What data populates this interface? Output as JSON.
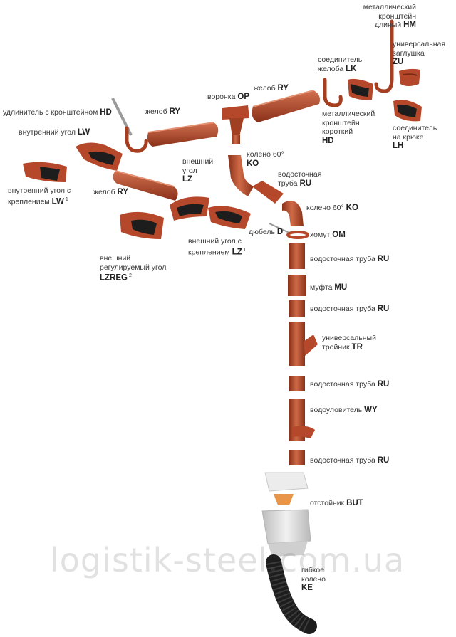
{
  "parts": {
    "hm": {
      "text": "металлический\nкронштейн\nдлиный",
      "code": "HM"
    },
    "zu": {
      "text": "универсальная\nзаглушка",
      "code": "ZU"
    },
    "lk": {
      "text": "соединитель\nжелоба",
      "code": "LK"
    },
    "ry_top": {
      "text": "желоб",
      "code": "RY"
    },
    "op": {
      "text": "воронка",
      "code": "OP"
    },
    "hd_top": {
      "text": "удлинитель  с кронштейном",
      "code": "HD"
    },
    "ry_mid": {
      "text": "желоб",
      "code": "RY"
    },
    "hd_short": {
      "text": "металлический\nкронштейн\nкороткий",
      "code": "HD"
    },
    "lh": {
      "text": "соединитель\nна крюке",
      "code": "LH"
    },
    "lw": {
      "text": "внутренний угол",
      "code": "LW"
    },
    "ko_top": {
      "text": "колено 60°",
      "code": "KO"
    },
    "lz": {
      "text": "внешний\nугол",
      "code": "LZ"
    },
    "ru_top": {
      "text": "водосточная\nтруба",
      "code": "RU"
    },
    "lw1": {
      "text": "внутренний угол с\nкреплением",
      "code": "LW",
      "note": "1"
    },
    "ry_low": {
      "text": "желоб",
      "code": "RY"
    },
    "ko_mid": {
      "text": "колено 60°",
      "code": "KO"
    },
    "d": {
      "text": "дюбель",
      "code": "D"
    },
    "om": {
      "text": "хомут",
      "code": "OM"
    },
    "lz1": {
      "text": "внешний угол с\nкреплением",
      "code": "LZ",
      "note": "1"
    },
    "lzreg": {
      "text": "внешний\nрегулируемый угол",
      "code": "LZREG",
      "note": "2"
    },
    "ru1": {
      "text": "водосточная труба",
      "code": "RU"
    },
    "mu": {
      "text": "муфта",
      "code": "MU"
    },
    "ru2": {
      "text": "водосточная труба",
      "code": "RU"
    },
    "tr": {
      "text": "универсальный\nтройник",
      "code": "TR"
    },
    "ru3": {
      "text": "водосточная труба",
      "code": "RU"
    },
    "wy": {
      "text": "водоуловитель",
      "code": "WY"
    },
    "ru4": {
      "text": "водосточная труба",
      "code": "RU"
    },
    "but": {
      "text": "отстойник",
      "code": "BUT"
    },
    "ke": {
      "text": "гибкое\nколено",
      "code": "KE"
    }
  },
  "watermark": "logistik-steel.com.ua",
  "colors": {
    "terracotta": "#b5482a",
    "terracotta_dark": "#8a3119",
    "terracotta_light": "#d2704f",
    "black_rubber": "#1d1d1d",
    "grey_metal": "#9a9a9a",
    "sump_grey": "#d9d9d9",
    "filter_orange": "#e8954a"
  }
}
